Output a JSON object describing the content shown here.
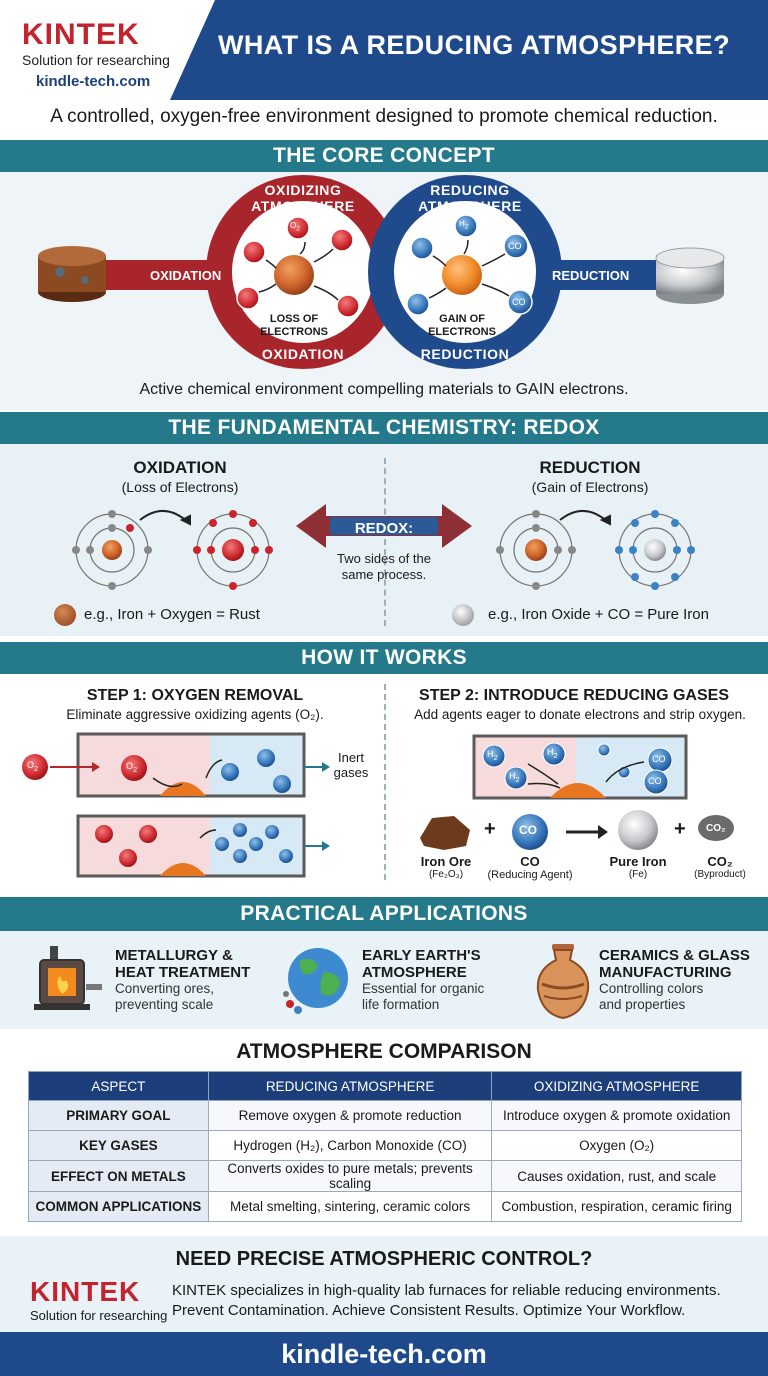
{
  "header": {
    "brand": "KINTEK",
    "tagline": "Solution for researching",
    "site": "kindle-tech.com",
    "title": "WHAT IS A REDUCING ATMOSPHERE?"
  },
  "subtitle": "A controlled, oxygen-free environment designed to promote chemical reduction.",
  "core": {
    "heading": "THE CORE CONCEPT",
    "left_ring_top": "OXIDIZING ATMOSPHERE",
    "left_ring_bottom": "OXIDATION",
    "right_ring_top": "REDUCING ATMOSPHERE",
    "right_ring_bottom": "REDUCTION",
    "left_arrow": "OXIDATION",
    "right_arrow": "REDUCTION",
    "left_center_1": "LOSS OF",
    "left_center_2": "ELECTRONS",
    "right_center_1": "GAIN OF",
    "right_center_2": "ELECTRONS",
    "o2": "O",
    "o2_sub": "2",
    "h2": "H",
    "h2_sub": "2",
    "co": "CO",
    "caption": "Active chemical environment compelling materials to GAIN electrons."
  },
  "redox": {
    "heading": "THE FUNDAMENTAL CHEMISTRY: REDOX",
    "ox_title": "OXIDATION",
    "ox_sub": "(Loss of Electrons)",
    "red_title": "REDUCTION",
    "red_sub": "(Gain of Electrons)",
    "center_title": "REDOX:",
    "center_line1": "Two sides of the",
    "center_line2": "same process.",
    "ox_example": "e.g., Iron + Oxygen = Rust",
    "red_example": "e.g., Iron Oxide + CO = Pure Iron"
  },
  "how": {
    "heading": "HOW IT WORKS",
    "step1_title": "STEP 1: OXYGEN REMOVAL",
    "step1_desc": "Eliminate aggressive oxidizing agents (O₂).",
    "step2_title": "STEP 2: INTRODUCE REDUCING GASES",
    "step2_desc": "Add agents eager to donate electrons and strip oxygen.",
    "inert_1": "Inert",
    "inert_2": "gases",
    "eq_plus": "+",
    "ore_label": "Iron Ore",
    "ore_formula": "(Fe₂O₃)",
    "co_label": "CO",
    "co_sub": "(Reducing Agent)",
    "iron_label": "Pure Iron",
    "iron_formula": "(Fe)",
    "co2_label": "CO₂",
    "co2_sub": "(Byproduct)",
    "co2_ball": "CO₂",
    "co_ball": "CO"
  },
  "apps": {
    "heading": "PRACTICAL APPLICATIONS",
    "items": [
      {
        "title1": "METALLURGY &",
        "title2": "HEAT TREATMENT",
        "desc1": "Converting ores,",
        "desc2": "preventing scale",
        "icon": "furnace-icon"
      },
      {
        "title1": "EARLY EARTH'S",
        "title2": "ATMOSPHERE",
        "desc1": "Essential for organic",
        "desc2": "life formation",
        "icon": "globe-icon"
      },
      {
        "title1": "CERAMICS & GLASS",
        "title2": "MANUFACTURING",
        "desc1": "Controlling colors",
        "desc2": "and properties",
        "icon": "vase-icon"
      }
    ]
  },
  "comparison": {
    "heading": "ATMOSPHERE COMPARISON",
    "columns": [
      "ASPECT",
      "REDUCING ATMOSPHERE",
      "OXIDIZING ATMOSPHERE"
    ],
    "rows": [
      [
        "PRIMARY GOAL",
        "Remove oxygen & promote reduction",
        "Introduce oxygen & promote oxidation"
      ],
      [
        "KEY GASES",
        "Hydrogen (H₂), Carbon Monoxide (CO)",
        "Oxygen (O₂)"
      ],
      [
        "EFFECT ON METALS",
        "Converts oxides to pure metals; prevents scaling",
        "Causes oxidation, rust, and scale"
      ],
      [
        "COMMON APPLICATIONS",
        "Metal smelting, sintering, ceramic colors",
        "Combustion, respiration, ceramic firing"
      ]
    ]
  },
  "cta": {
    "heading": "NEED PRECISE ATMOSPHERIC CONTROL?",
    "brand": "KINTEK",
    "tagline": "Solution for researching",
    "line1": "KINTEK specializes in high-quality lab furnaces for reliable reducing environments.",
    "line2": "Prevent Contamination. Achieve Consistent Results. Optimize Your Workflow."
  },
  "footer": {
    "url": "kindle-tech.com"
  },
  "colors": {
    "navy": "#1e4a8c",
    "teal": "#24798a",
    "red": "#b8252a",
    "orange": "#e8751f",
    "lightblue": "#e9f2f7"
  }
}
